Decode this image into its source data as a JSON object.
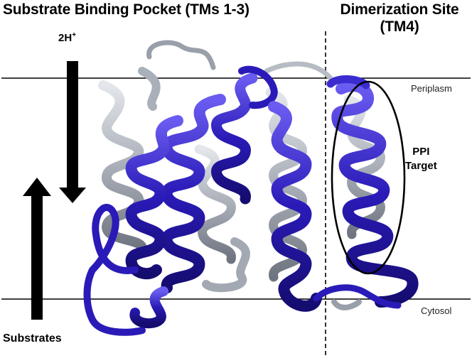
{
  "titles": {
    "left": "Substrate Binding Pocket (TMs 1-3)",
    "right_line1": "Dimerization Site",
    "right_line2": "(TM4)"
  },
  "labels": {
    "proton_base": "2H",
    "proton_sup": "+",
    "substrates": "Substrates",
    "periplasm": "Periplasm",
    "cytosol": "Cytosol",
    "ppi_line1": "PPI",
    "ppi_line2": "Target"
  },
  "colors": {
    "helix_blue": "#2a1bb8",
    "helix_blue_light": "#5a4ae6",
    "helix_grey": "#a9aeb8",
    "helix_grey_light": "#d6d9de",
    "arrow": "#000000",
    "membrane_line": "#000000"
  }
}
